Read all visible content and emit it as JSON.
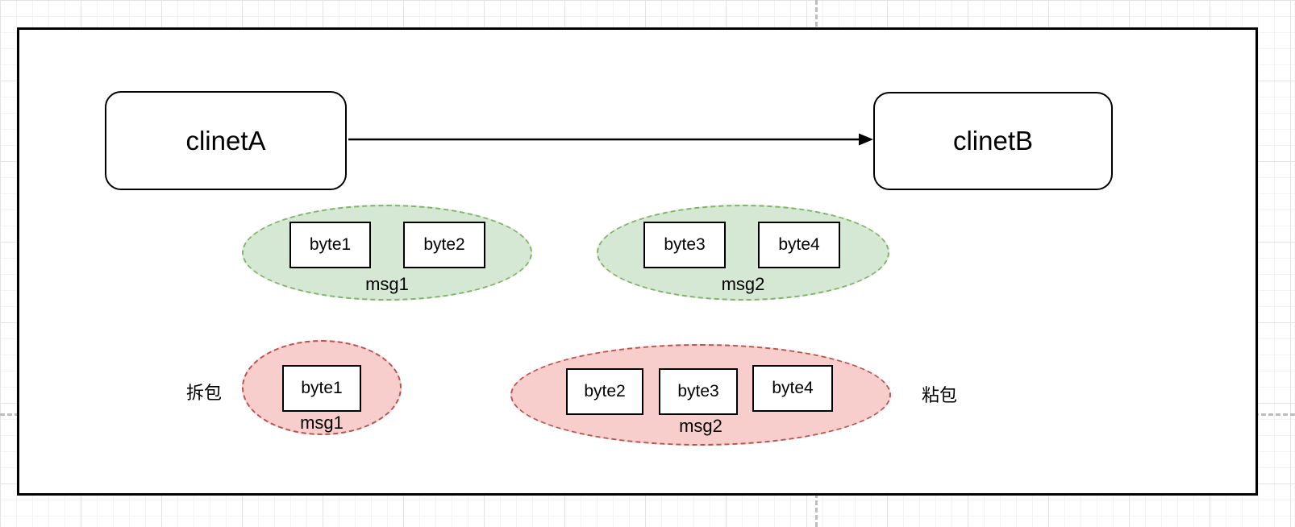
{
  "diagram": {
    "nodes": {
      "sender": {
        "label": "clinetA"
      },
      "receiver": {
        "label": "clinetB"
      }
    },
    "sent": [
      {
        "label": "msg1",
        "bytes": [
          "byte1",
          "byte2"
        ]
      },
      {
        "label": "msg2",
        "bytes": [
          "byte3",
          "byte4"
        ]
      }
    ],
    "received": [
      {
        "label": "msg1",
        "bytes": [
          "byte1"
        ],
        "annotation": "拆包"
      },
      {
        "label": "msg2",
        "bytes": [
          "byte2",
          "byte3",
          "byte4"
        ],
        "annotation": "粘包"
      }
    ],
    "colors": {
      "sent_fill": "#d5e8d4",
      "sent_stroke": "#82b366",
      "received_fill": "#f8cecc",
      "received_stroke": "#b85450",
      "shape_stroke": "#000000",
      "guide_line": "#bdbdbd"
    }
  }
}
